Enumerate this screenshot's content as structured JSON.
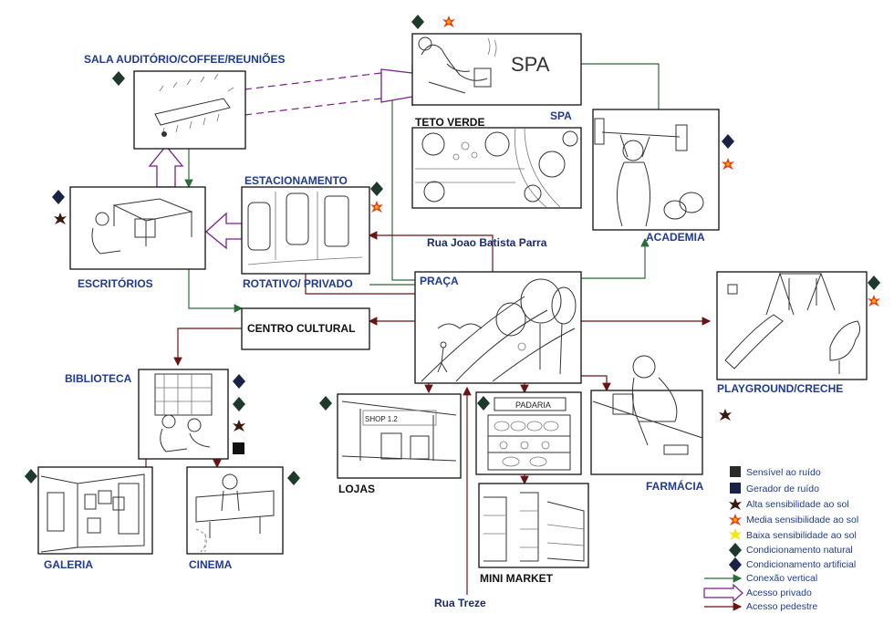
{
  "rooms": {
    "sala": "SALA AUDITÓRIO/COFFEE/REUNIÕES",
    "spa_title": "SPA",
    "spa_sign": "SPA",
    "teto": "TETO VERDE",
    "estacionamento": "ESTACIONAMENTO",
    "rotativo": "ROTATIVO/ PRIVADO",
    "escritorios": "ESCRITÓRIOS",
    "academia": "ACADEMIA",
    "praca": "PRAÇA",
    "centro": "CENTRO CULTURAL",
    "biblioteca": "BIBLIOTECA",
    "playground": "PLAYGROUND/CRECHE",
    "lojas": "LOJAS",
    "shop_sign": "SHOP 1.2",
    "padaria_sign": "PADARIA",
    "farmacia": "FARMÁCIA",
    "galeria": "GALERIA",
    "cinema": "CINEMA",
    "minimarket": "MINI MARKET"
  },
  "streets": {
    "joao": "Rua Joao Batista Parra",
    "treze": "Rua Treze"
  },
  "legend": {
    "sensivel": "Sensível ao ruído",
    "gerador": "Gerador de ruído",
    "alta": "Alta sensibilidade ao sol",
    "media": "Media sensibilidade ao sol",
    "baixa": "Baixa sensibilidade ao sol",
    "natural": "Condicionamento natural",
    "artificial": "Condicionamento artificial",
    "vertical": "Conexão vertical",
    "privado": "Acesso privado",
    "pedestre": "Acesso pedestre"
  },
  "colors": {
    "label": "#1f3a93",
    "green_link": "#2e6b3a",
    "purple_link": "#7a1f8c",
    "pedestrian_link": "#6b1414",
    "natural": "#1d3a2a",
    "artificial": "#1a2346",
    "alta_sun": "#3a1a0e",
    "media_sun": "#e8400f",
    "baixa_sun": "#f2e616"
  }
}
